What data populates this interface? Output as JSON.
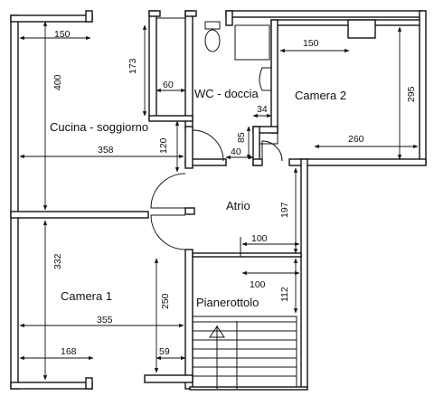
{
  "rooms": {
    "kitchen": "Cucina - soggiorno",
    "bathroom": "WC - doccia",
    "bedroom2": "Camera 2",
    "atrium": "Atrio",
    "bedroom1": "Camera 1",
    "landing": "Pianerottolo"
  },
  "dimensions": {
    "d150a": "150",
    "d173": "173",
    "d60": "60",
    "d400": "400",
    "d150b": "150",
    "d295": "295",
    "d34": "34",
    "d85": "85",
    "d40": "40",
    "d120": "120",
    "d358": "358",
    "d260": "260",
    "d197": "197",
    "d100a": "100",
    "d332": "332",
    "d250": "250",
    "d100b": "100",
    "d112": "112",
    "d355": "355",
    "d168": "168",
    "d59": "59"
  },
  "colors": {
    "ink": "#111111",
    "paper": "#ffffff"
  }
}
